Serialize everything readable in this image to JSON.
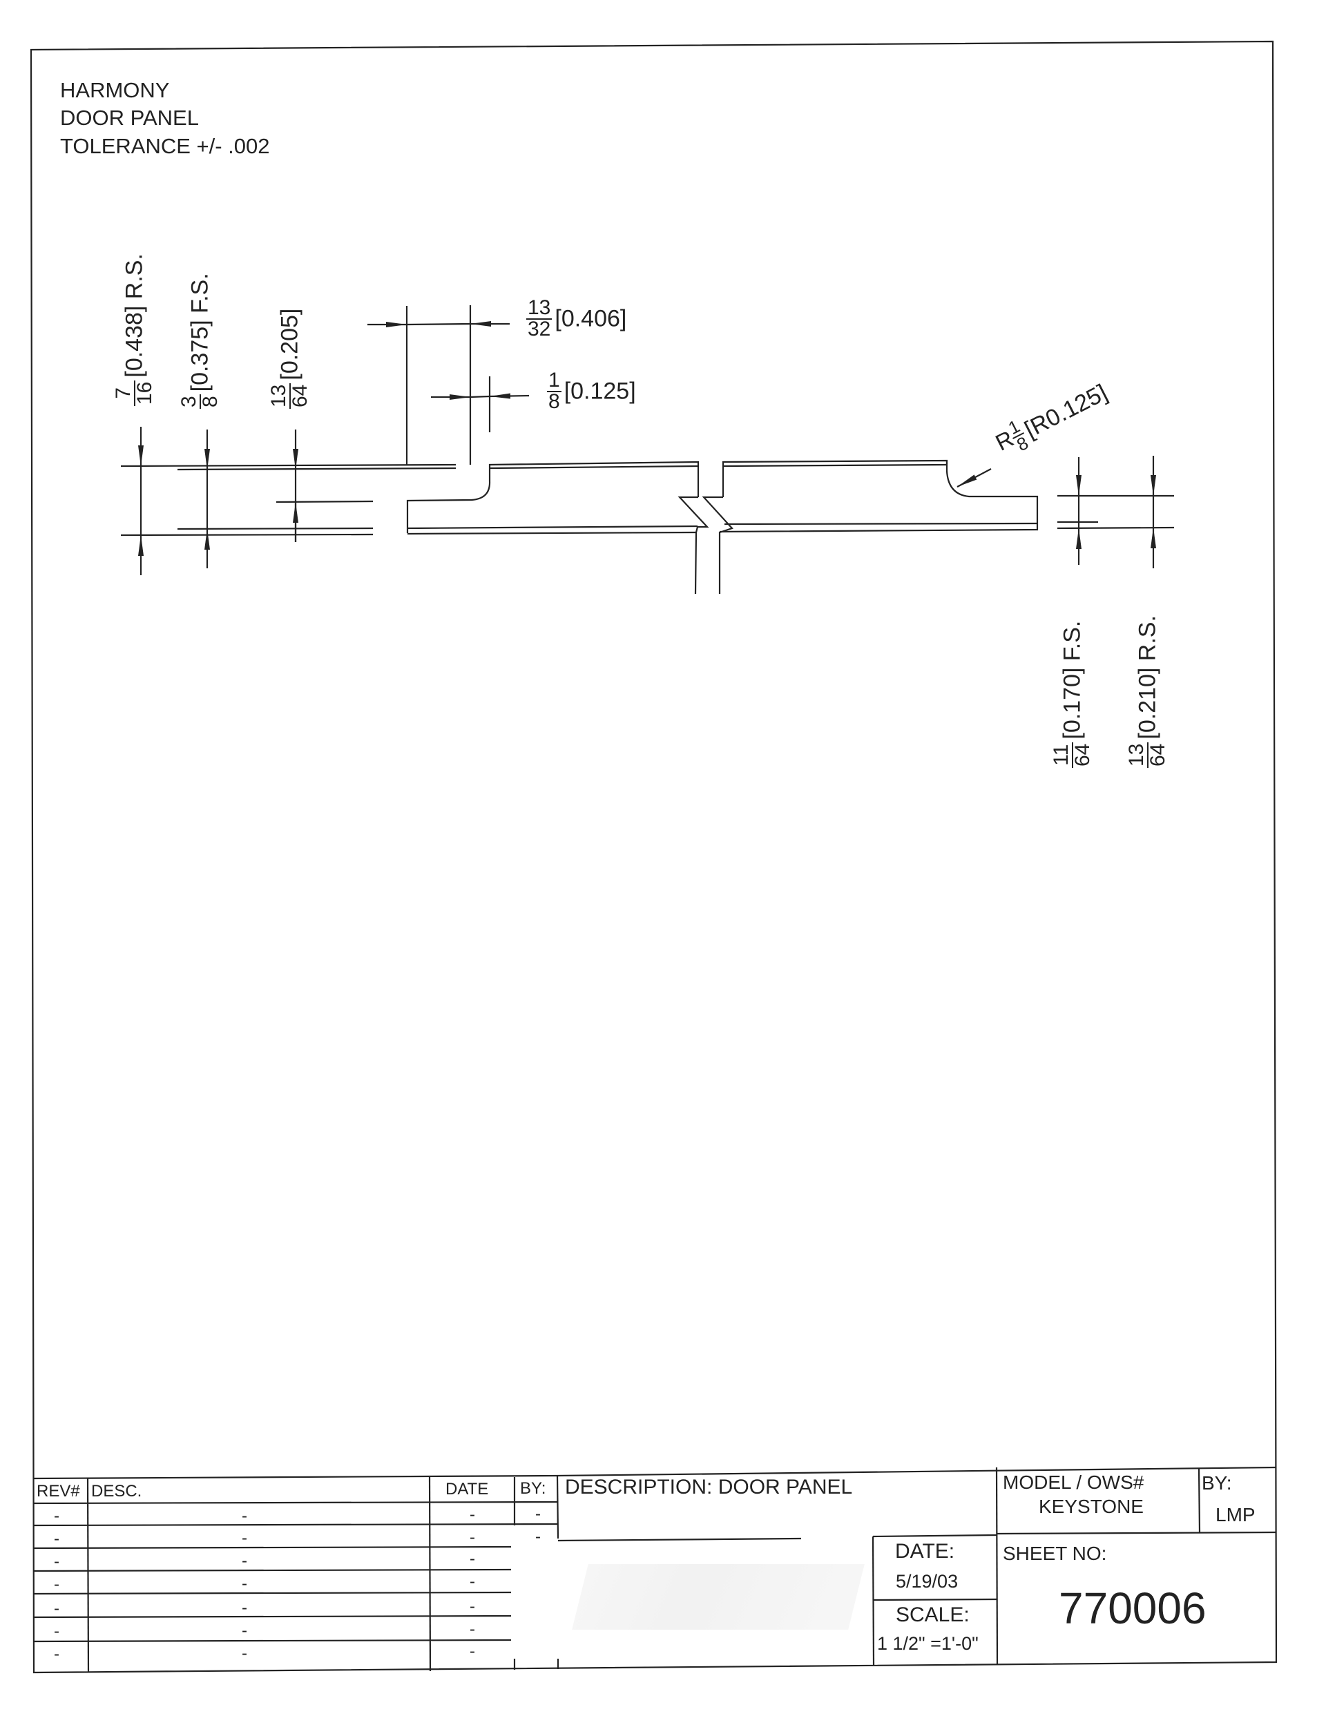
{
  "drawing": {
    "header_lines": [
      "HARMONY",
      "DOOR PANEL",
      "TOLERANCE +/- .002"
    ],
    "dimensions": {
      "left_rs": {
        "num": "7",
        "den": "16",
        "text": "[0.438] R.S."
      },
      "left_fs": {
        "num": "3",
        "den": "8",
        "text": "[0.375] F.S."
      },
      "left_step": {
        "num": "13",
        "den": "64",
        "text": "[0.205]"
      },
      "top_width": {
        "num": "13",
        "den": "32",
        "text": "[0.406]"
      },
      "top_gap": {
        "num": "1",
        "den": "8",
        "text": "[0.125]"
      },
      "radius": {
        "prefix": "R",
        "num": "1",
        "den": "8",
        "text": "[R0.125]"
      },
      "right_fs": {
        "num": "11",
        "den": "64",
        "text": "[0.170] F.S."
      },
      "right_rs": {
        "num": "13",
        "den": "64",
        "text": "[0.210] R.S."
      }
    },
    "line_color": "#222222",
    "paper_color": "#ffffff"
  },
  "title_block": {
    "rev_header": {
      "rev": "REV#",
      "desc": "DESC.",
      "date": "DATE",
      "by": "BY:"
    },
    "rev_rows": [
      {
        "rev": "-",
        "desc": "-",
        "date": "-",
        "by": "-"
      },
      {
        "rev": "-",
        "desc": "-",
        "date": "-",
        "by": "-"
      },
      {
        "rev": "-",
        "desc": "-",
        "date": "-"
      },
      {
        "rev": "-",
        "desc": "-",
        "date": "-"
      },
      {
        "rev": "-",
        "desc": "-",
        "date": "-"
      },
      {
        "rev": "-",
        "desc": "-",
        "date": "-"
      },
      {
        "rev": "-",
        "desc": "-",
        "date": "-"
      }
    ],
    "description_label": "DESCRIPTION: DOOR PANEL",
    "date_label": "DATE:",
    "date_value": "5/19/03",
    "scale_label": "SCALE:",
    "scale_value": "1 1/2\" =1'-0\"",
    "model_label": "MODEL / OWS#",
    "model_value": "KEYSTONE",
    "by_label": "BY:",
    "by_value": "LMP",
    "sheet_label": "SHEET NO:",
    "sheet_value": "770006"
  }
}
